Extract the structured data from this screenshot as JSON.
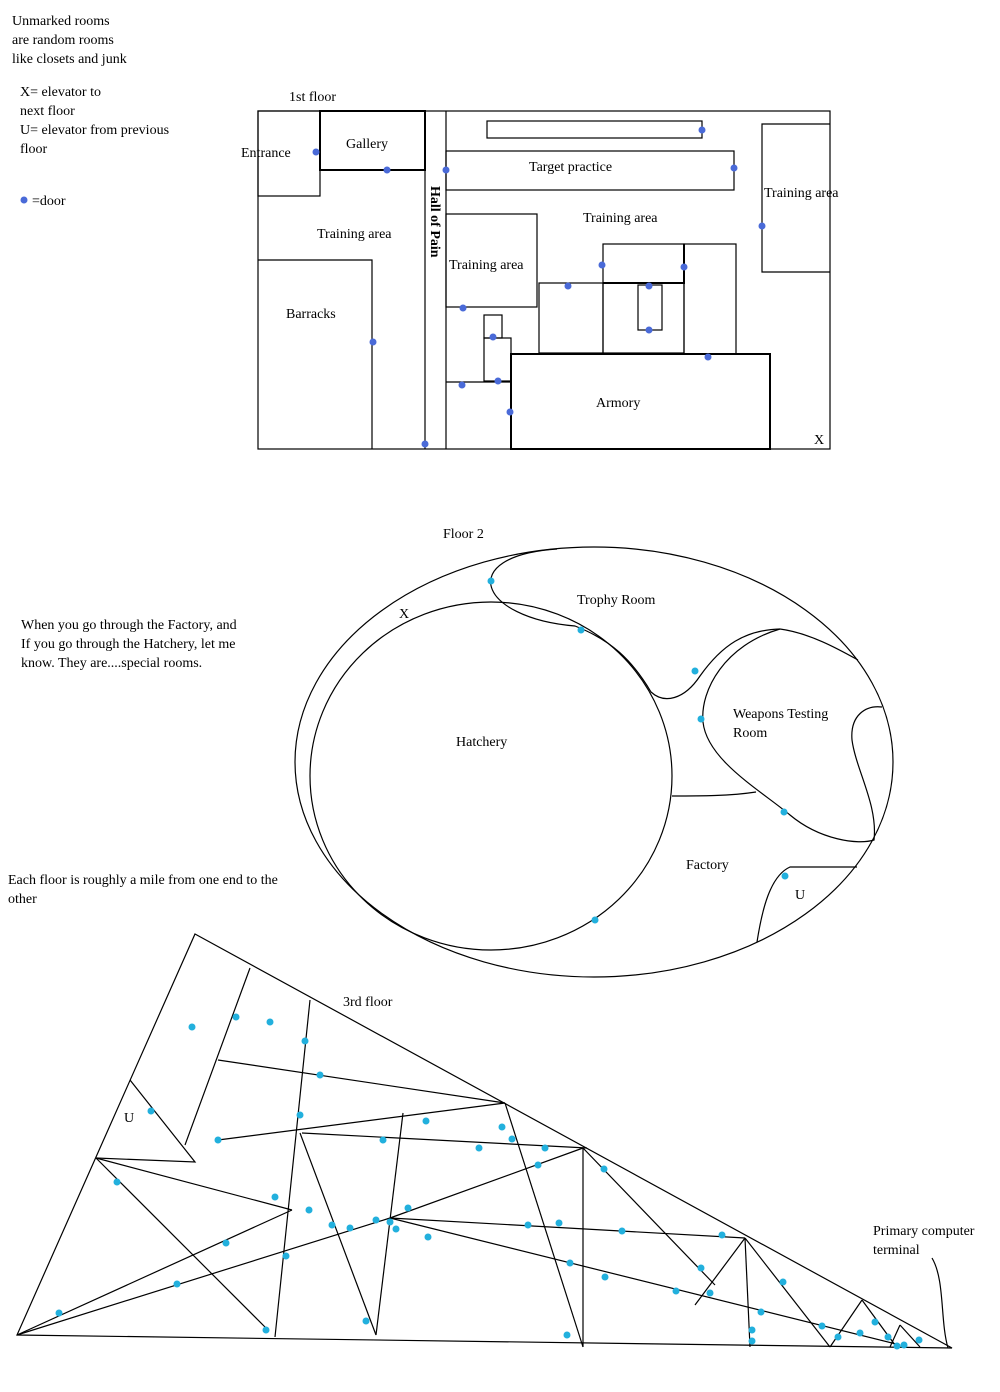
{
  "legend": {
    "unmarked_note": "Unmarked rooms\nare random rooms\nlike closets and junk",
    "elevator_note": "X= elevator to\nnext floor\nU= elevator from previous\nfloor",
    "door_label": "=door",
    "door_color": "#4a6ad8"
  },
  "notes": {
    "special_rooms": "When you go through the Factory, and\nIf you go through the Hatchery, let me\nknow.  They are....special rooms.",
    "floor_size": "Each floor is roughly a mile from one end to the\nother"
  },
  "floor1": {
    "title": "1st floor",
    "rooms": {
      "entrance": "Entrance",
      "gallery": "Gallery",
      "training_left": "Training area",
      "barracks": "Barracks",
      "hall": "Hall of Pain",
      "target": "Target practice",
      "training_center": "Training area",
      "training_right": "Training area",
      "training_small": "Training area",
      "armory": "Armory"
    },
    "elevator": "X"
  },
  "floor2": {
    "title": "Floor 2",
    "rooms": {
      "trophy": "Trophy Room",
      "hatchery": "Hatchery",
      "weapons": "Weapons Testing\nRoom",
      "factory": "Factory"
    },
    "elevator_next": "X",
    "elevator_prev": "U",
    "door_color": "#22b0dd"
  },
  "floor3": {
    "title": "3rd floor",
    "elevator_prev": "U",
    "terminal": "Primary computer\nterminal",
    "door_color": "#22b0dd"
  }
}
